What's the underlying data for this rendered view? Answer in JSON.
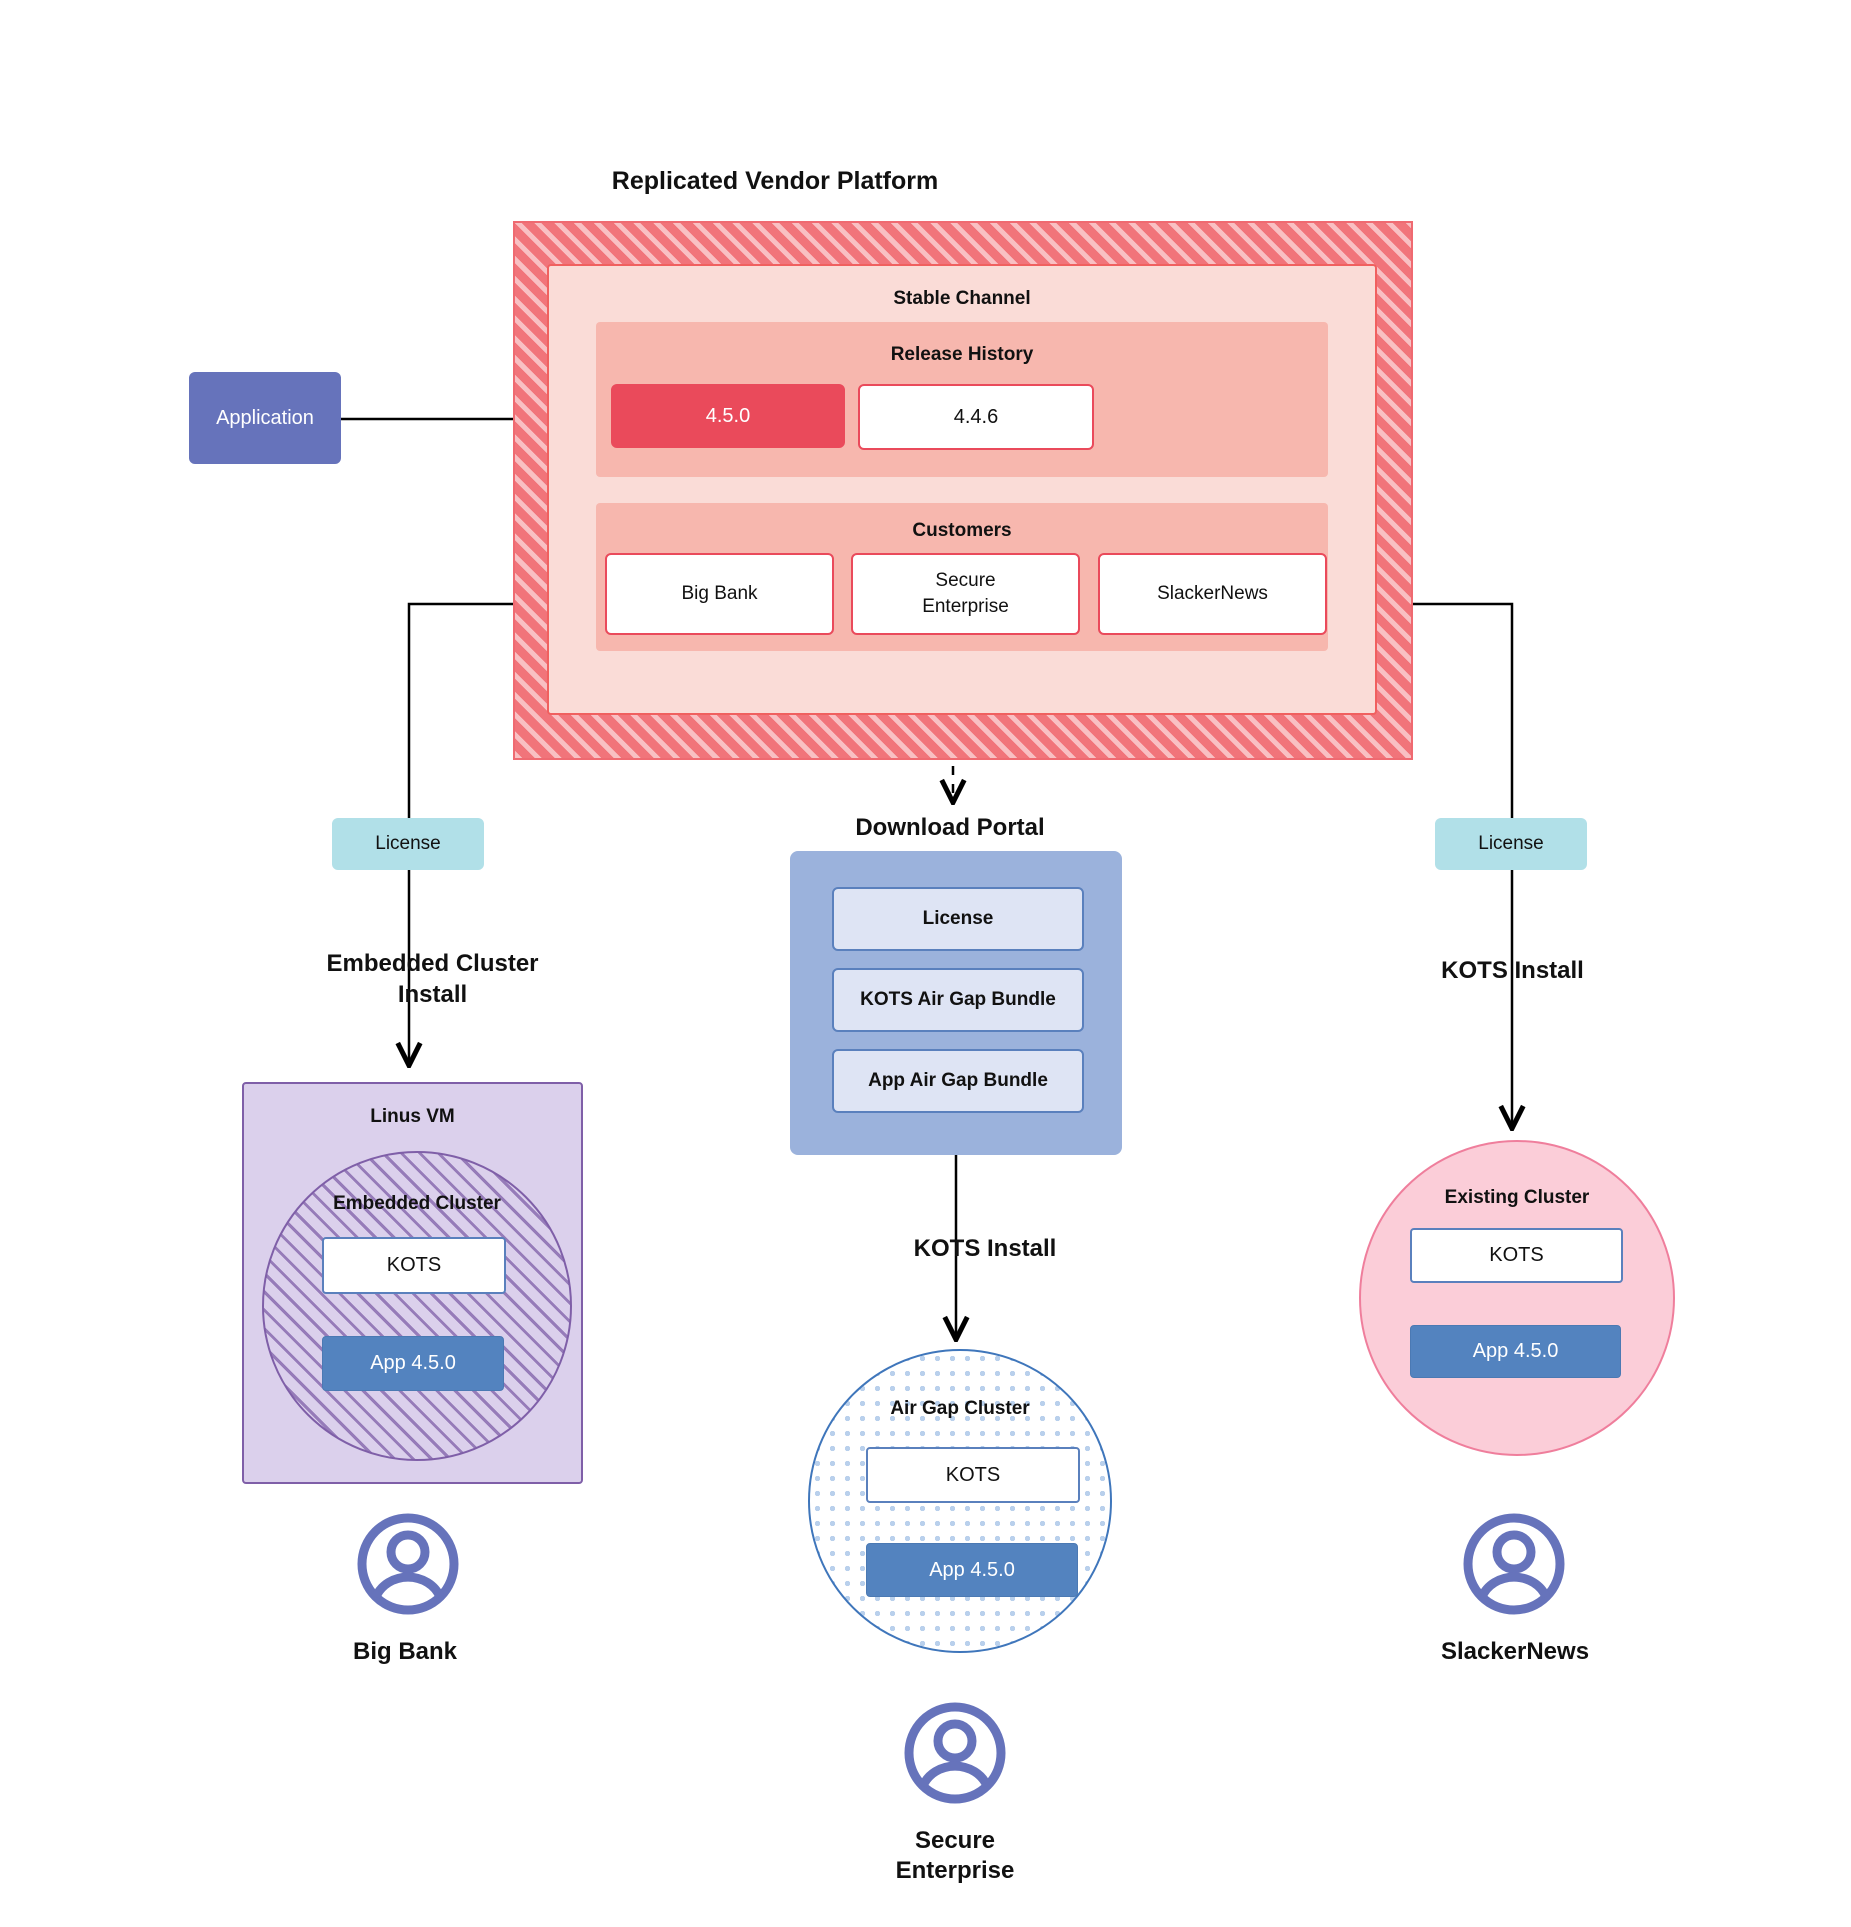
{
  "diagram": {
    "title": "Replicated Vendor Platform",
    "application": {
      "label": "Application"
    },
    "stable_channel": {
      "label": "Stable Channel",
      "release_history": {
        "label": "Release History",
        "releases": [
          {
            "version": "4.5.0",
            "state": "current"
          },
          {
            "version": "4.4.6",
            "state": "previous"
          }
        ]
      },
      "customers": {
        "label": "Customers",
        "items": [
          {
            "name": "Big Bank"
          },
          {
            "name": "Secure\nEnterprise"
          },
          {
            "name": "SlackerNews"
          }
        ]
      }
    },
    "licenses": [
      {
        "label": "License",
        "side": "left"
      },
      {
        "label": "License",
        "side": "right"
      }
    ],
    "flows": {
      "left": "Embedded Cluster\nInstall",
      "center": "KOTS Install",
      "right": "KOTS Install"
    },
    "download_portal": {
      "title": "Download  Portal",
      "items": [
        {
          "label": "License"
        },
        {
          "label": "KOTS Air Gap Bundle"
        },
        {
          "label": "App Air Gap Bundle"
        }
      ]
    },
    "targets": {
      "linus_vm": {
        "label": "Linus VM",
        "cluster_label": "Embedded Cluster",
        "kots": "KOTS",
        "app": "App 4.5.0"
      },
      "air_gap": {
        "label": "Air Gap Cluster",
        "kots": "KOTS",
        "app": "App 4.5.0"
      },
      "existing": {
        "label": "Existing Cluster",
        "kots": "KOTS",
        "app": "App 4.5.0"
      }
    },
    "end_users": [
      {
        "name": "Big Bank"
      },
      {
        "name": "Secure\nEnterprise"
      },
      {
        "name": "SlackerNews"
      }
    ],
    "colors": {
      "platform_hatch": "#f1747a",
      "channel_bg": "#fadcd7",
      "section_bg": "#f7b7ae",
      "release_current": "#ea4a5b",
      "application": "#6673bb",
      "license": "#b1e0e8",
      "portal": "#9bb2dc",
      "portal_item": "#dee4f4",
      "linus_vm": "#dbd0ec",
      "embedded_border": "#7f5fa8",
      "existing_cluster": "#fbcdd8",
      "app_box": "#5383bf",
      "kots_border": "#5a80bd",
      "avatar": "#6673bb"
    }
  }
}
